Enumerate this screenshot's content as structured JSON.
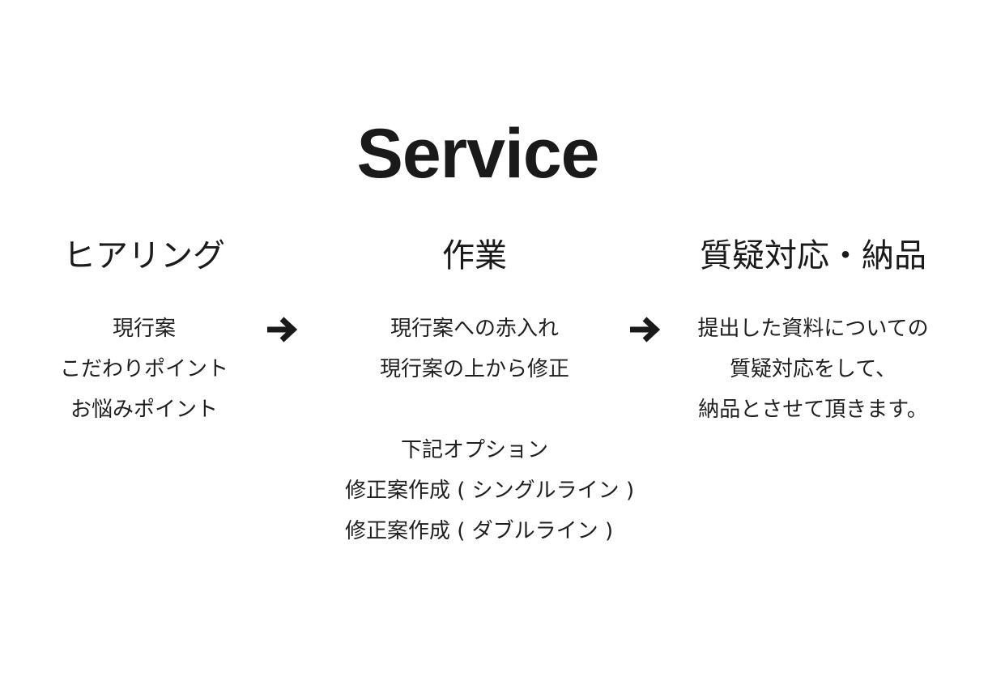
{
  "title": "Service",
  "columns": [
    {
      "heading": "ヒアリング",
      "lines": [
        "現行案",
        "こだわりポイント",
        "お悩みポイント"
      ]
    },
    {
      "heading": "作業",
      "lines": [
        "現行案への赤入れ",
        "現行案の上から修正"
      ],
      "options": [
        "下記オプション",
        "修正案作成 ( シングルライン )",
        "修正案作成 ( ダブルライン )"
      ]
    },
    {
      "heading": "質疑対応・納品",
      "lines": [
        "提出した資料についての",
        "質疑対応をして、",
        "納品とさせて頂きます。"
      ]
    }
  ],
  "arrows": [
    "arrow-right-icon",
    "arrow-right-icon"
  ],
  "colors": {
    "background": "#ffffff",
    "text": "#1f1f1f"
  }
}
